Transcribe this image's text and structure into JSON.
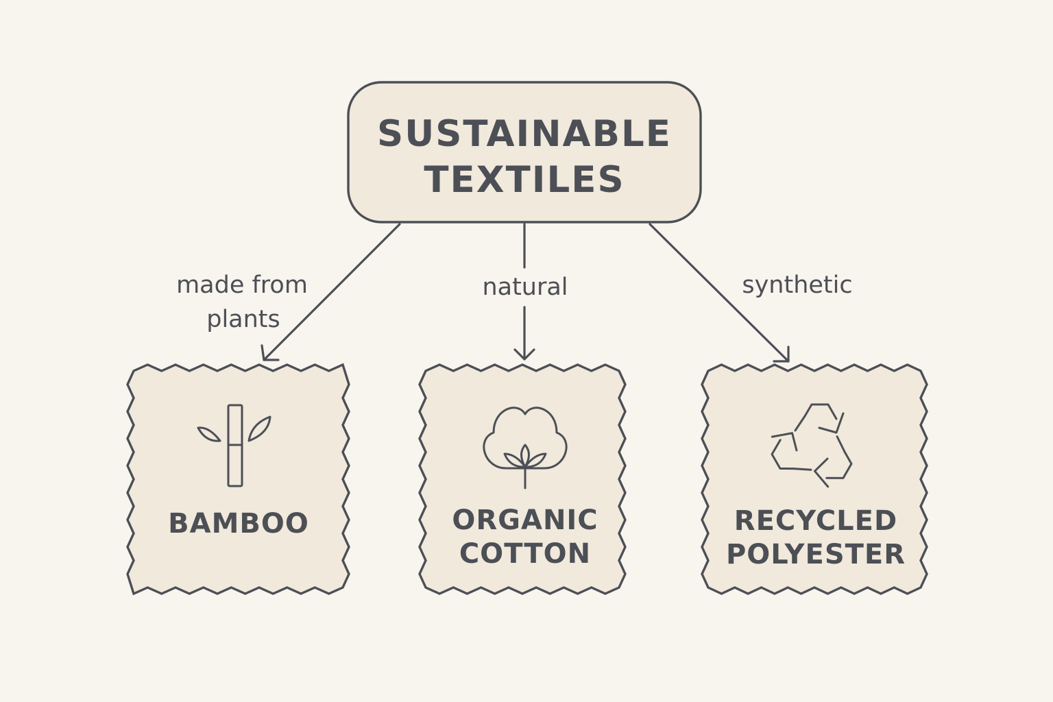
{
  "root": {
    "lines": [
      "SUSTAINABLE",
      "TEXTILES"
    ]
  },
  "edges": [
    {
      "label_lines": [
        "made from",
        "plants"
      ]
    },
    {
      "label_lines": [
        "natural"
      ]
    },
    {
      "label_lines": [
        "synthetic"
      ]
    }
  ],
  "nodes": [
    {
      "lines": [
        "BAMBOO"
      ],
      "icon": "bamboo-icon"
    },
    {
      "lines": [
        "ORGANIC",
        "COTTON"
      ],
      "icon": "cotton-flower-icon"
    },
    {
      "lines": [
        "RECYCLED",
        "POLYESTER"
      ],
      "icon": "recycle-icon"
    }
  ],
  "colors": {
    "background": "#f8f4ee",
    "box_fill": "#f0e9dc",
    "ink": "#4c4f55"
  }
}
